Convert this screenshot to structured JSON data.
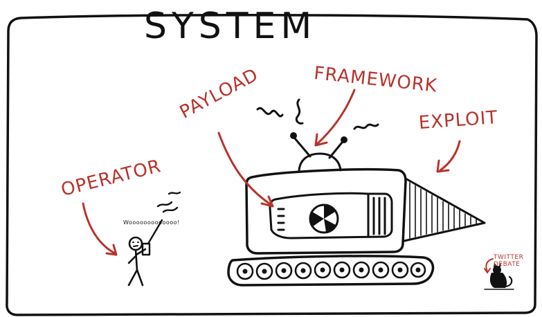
{
  "title": "SYSTEM",
  "labels": {
    "framework": "FRAMEWORK",
    "payload": "PAYLOAD",
    "exploit": "EXPLOIT",
    "operator": "OPERATOR",
    "twitter_line1": "TWITTER",
    "twitter_line2": "DEBATE",
    "shout": "Wooooooooooooo!"
  },
  "colors": {
    "ink": "#111111",
    "label_red": "#b8322b",
    "background": "#ffffff"
  }
}
